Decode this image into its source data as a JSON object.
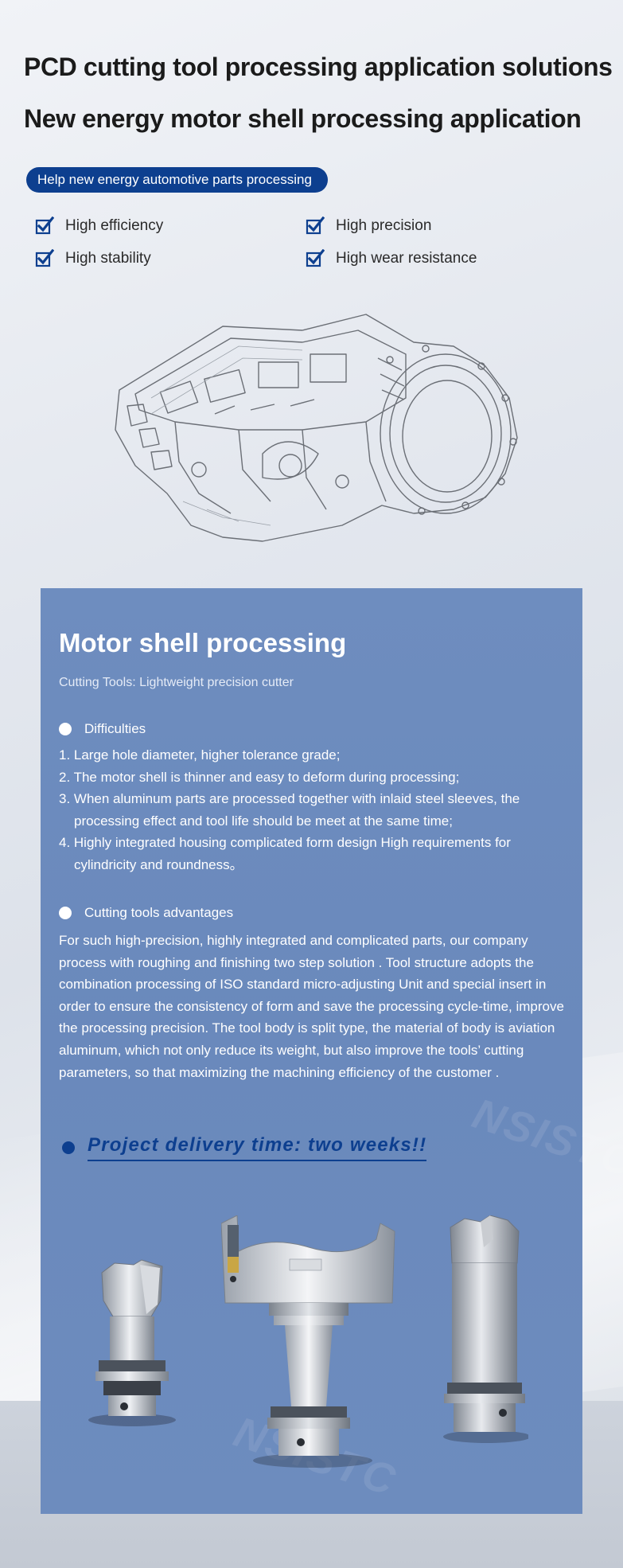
{
  "header": {
    "title_line1": "PCD cutting tool processing application solutions",
    "title_line2": "New energy motor shell processing application",
    "tag": "Help new energy automotive parts processing"
  },
  "features": [
    {
      "label": "High efficiency",
      "icon": "checkbox-checked-icon"
    },
    {
      "label": "High precision",
      "icon": "checkbox-checked-icon"
    },
    {
      "label": "High stability",
      "icon": "checkbox-checked-icon"
    },
    {
      "label": "High wear resistance",
      "icon": "checkbox-checked-icon"
    }
  ],
  "panel": {
    "title": "Motor shell processing",
    "subtitle": "Cutting Tools: Lightweight precision cutter",
    "difficulties": {
      "heading": "Difficulties",
      "items": [
        "1. Large hole diameter, higher tolerance grade;",
        "2. The motor shell is thinner and easy to deform during processing;",
        "3. When aluminum parts are processed together with inlaid steel sleeves, the processing effect and tool life should be meet at the same time;",
        "4. Highly integrated housing  complicated form design  High requirements for cylindricity and roundness。"
      ]
    },
    "advantages": {
      "heading": "Cutting tools advantages",
      "text": "For such high-precision, highly integrated and complicated parts, our company process with roughing and finishing two step solution . Tool structure adopts the combination processing of ISO standard micro-adjusting Unit and special insert in order to ensure the consistency of form and save the processing cycle-time, improve the processing precision. The tool body is split type, the material of body is aviation aluminum, which not only reduce its weight, but also improve the tools’  cutting parameters, so that maximizing the machining efficiency of the customer ."
    },
    "delivery": "Project delivery time: two weeks!!",
    "watermark": "NSISTC"
  },
  "colors": {
    "brand_blue": "#0d3f8f",
    "panel_blue": "#6e8dbf",
    "text_white": "#ffffff"
  }
}
